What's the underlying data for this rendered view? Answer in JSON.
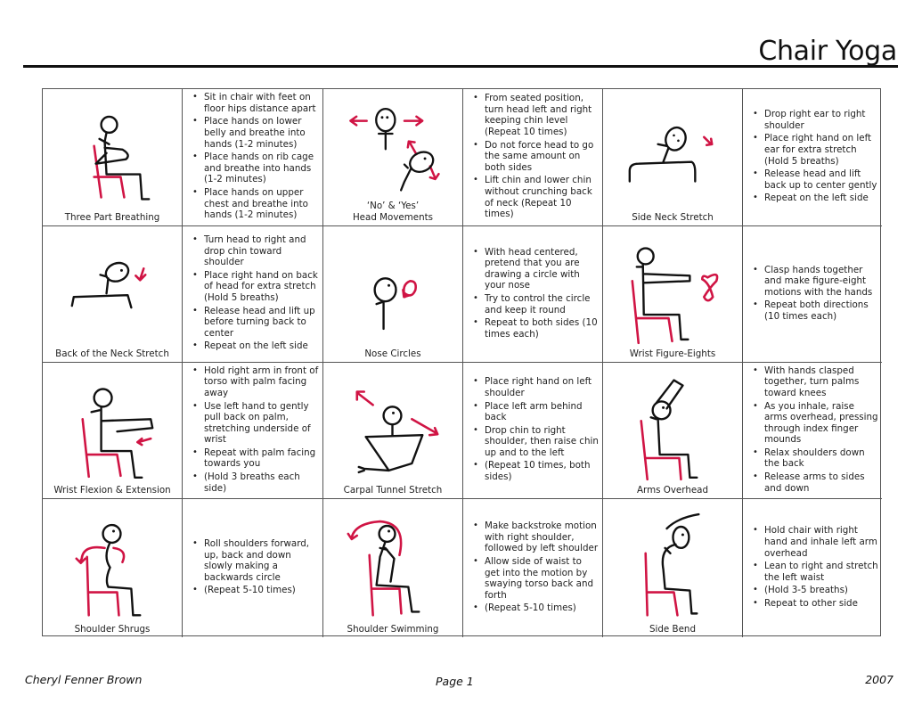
{
  "title": "Chair Yoga",
  "footer": {
    "author": "Cheryl Fenner Brown",
    "page": "Page 1",
    "year": "2007"
  },
  "colors": {
    "accent": "#d01444",
    "ink": "#111111",
    "border": "#555555"
  },
  "poses": [
    {
      "name": "Three Part Breathing",
      "icon": "stick-figure-seated-breathing",
      "steps": [
        "Sit in chair with feet on floor hips distance apart",
        "Place hands on lower belly and breathe into hands (1-2 minutes)",
        "Place hands on rib cage and breathe into hands (1-2 minutes)",
        "Place hands on upper chest and breathe into hands (1-2 minutes)"
      ]
    },
    {
      "name_line1": "‘No’ & ‘Yes’",
      "name_line2": "Head Movements",
      "icon": "head-movement-arrows",
      "steps": [
        "From seated position, turn head left and right keeping chin level (Repeat 10 times)",
        "Do not force head to go the same amount on both sides",
        "Lift chin and lower chin without crunching back of neck (Repeat 10 times)"
      ]
    },
    {
      "name": "Side Neck Stretch",
      "icon": "side-neck-stretch-figure",
      "steps": [
        "Drop right ear to right shoulder",
        "Place right hand on left ear for extra stretch (Hold 5 breaths)",
        "Release head and lift back up to center gently",
        "Repeat on the left side"
      ]
    },
    {
      "name": "Back of the Neck Stretch",
      "icon": "back-neck-stretch-figure",
      "steps": [
        "Turn head to right and drop chin toward shoulder",
        "Place right hand on back of head for extra stretch (Hold 5 breaths)",
        "Release head and lift up before turning back to center",
        "Repeat on the left side"
      ]
    },
    {
      "name": "Nose Circles",
      "icon": "nose-circle-figure",
      "steps": [
        "With head centered, pretend that you are drawing a circle with your nose",
        "Try to control the circle and keep it round",
        "Repeat to both sides (10 times each)"
      ]
    },
    {
      "name": "Wrist Figure-Eights",
      "icon": "wrist-figure-eight-figure",
      "steps": [
        "Clasp hands together and make figure-eight motions with the hands",
        "Repeat both directions (10 times each)"
      ]
    },
    {
      "name": "Wrist Flexion & Extension",
      "icon": "wrist-flexion-figure",
      "steps": [
        "Hold right arm in front of torso with palm facing away",
        "Use left hand to gently pull back on palm, stretching underside of wrist",
        "Repeat with palm facing towards you",
        "(Hold 3 breaths each side)"
      ]
    },
    {
      "name": "Carpal Tunnel Stretch",
      "icon": "carpal-tunnel-figure",
      "steps": [
        "Place right hand on left shoulder",
        "Place left arm behind back",
        "Drop chin to right shoulder, then raise chin up and to the left",
        "(Repeat 10 times, both sides)"
      ]
    },
    {
      "name": "Arms Overhead",
      "icon": "arms-overhead-figure",
      "steps": [
        "With hands clasped together, turn palms toward knees",
        "As you inhale, raise arms overhead, pressing through index finger mounds",
        "Relax shoulders down the back",
        "Release arms to sides and down"
      ]
    },
    {
      "name": "Shoulder Shrugs",
      "icon": "shoulder-shrug-figure",
      "steps": [
        "Roll shoulders forward, up, back and down slowly making a backwards circle",
        "(Repeat 5-10 times)"
      ]
    },
    {
      "name": "Shoulder Swimming",
      "icon": "shoulder-swimming-figure",
      "steps": [
        "Make backstroke motion with right shoulder, followed by left shoulder",
        "Allow side of waist to get into the motion by swaying torso back and forth",
        "(Repeat 5-10 times)"
      ]
    },
    {
      "name": "Side Bend",
      "icon": "side-bend-figure",
      "steps": [
        "Hold chair with right hand and inhale left arm overhead",
        "Lean to right and stretch the left waist",
        "(Hold 3-5 breaths)",
        "Repeat to other side"
      ]
    }
  ]
}
